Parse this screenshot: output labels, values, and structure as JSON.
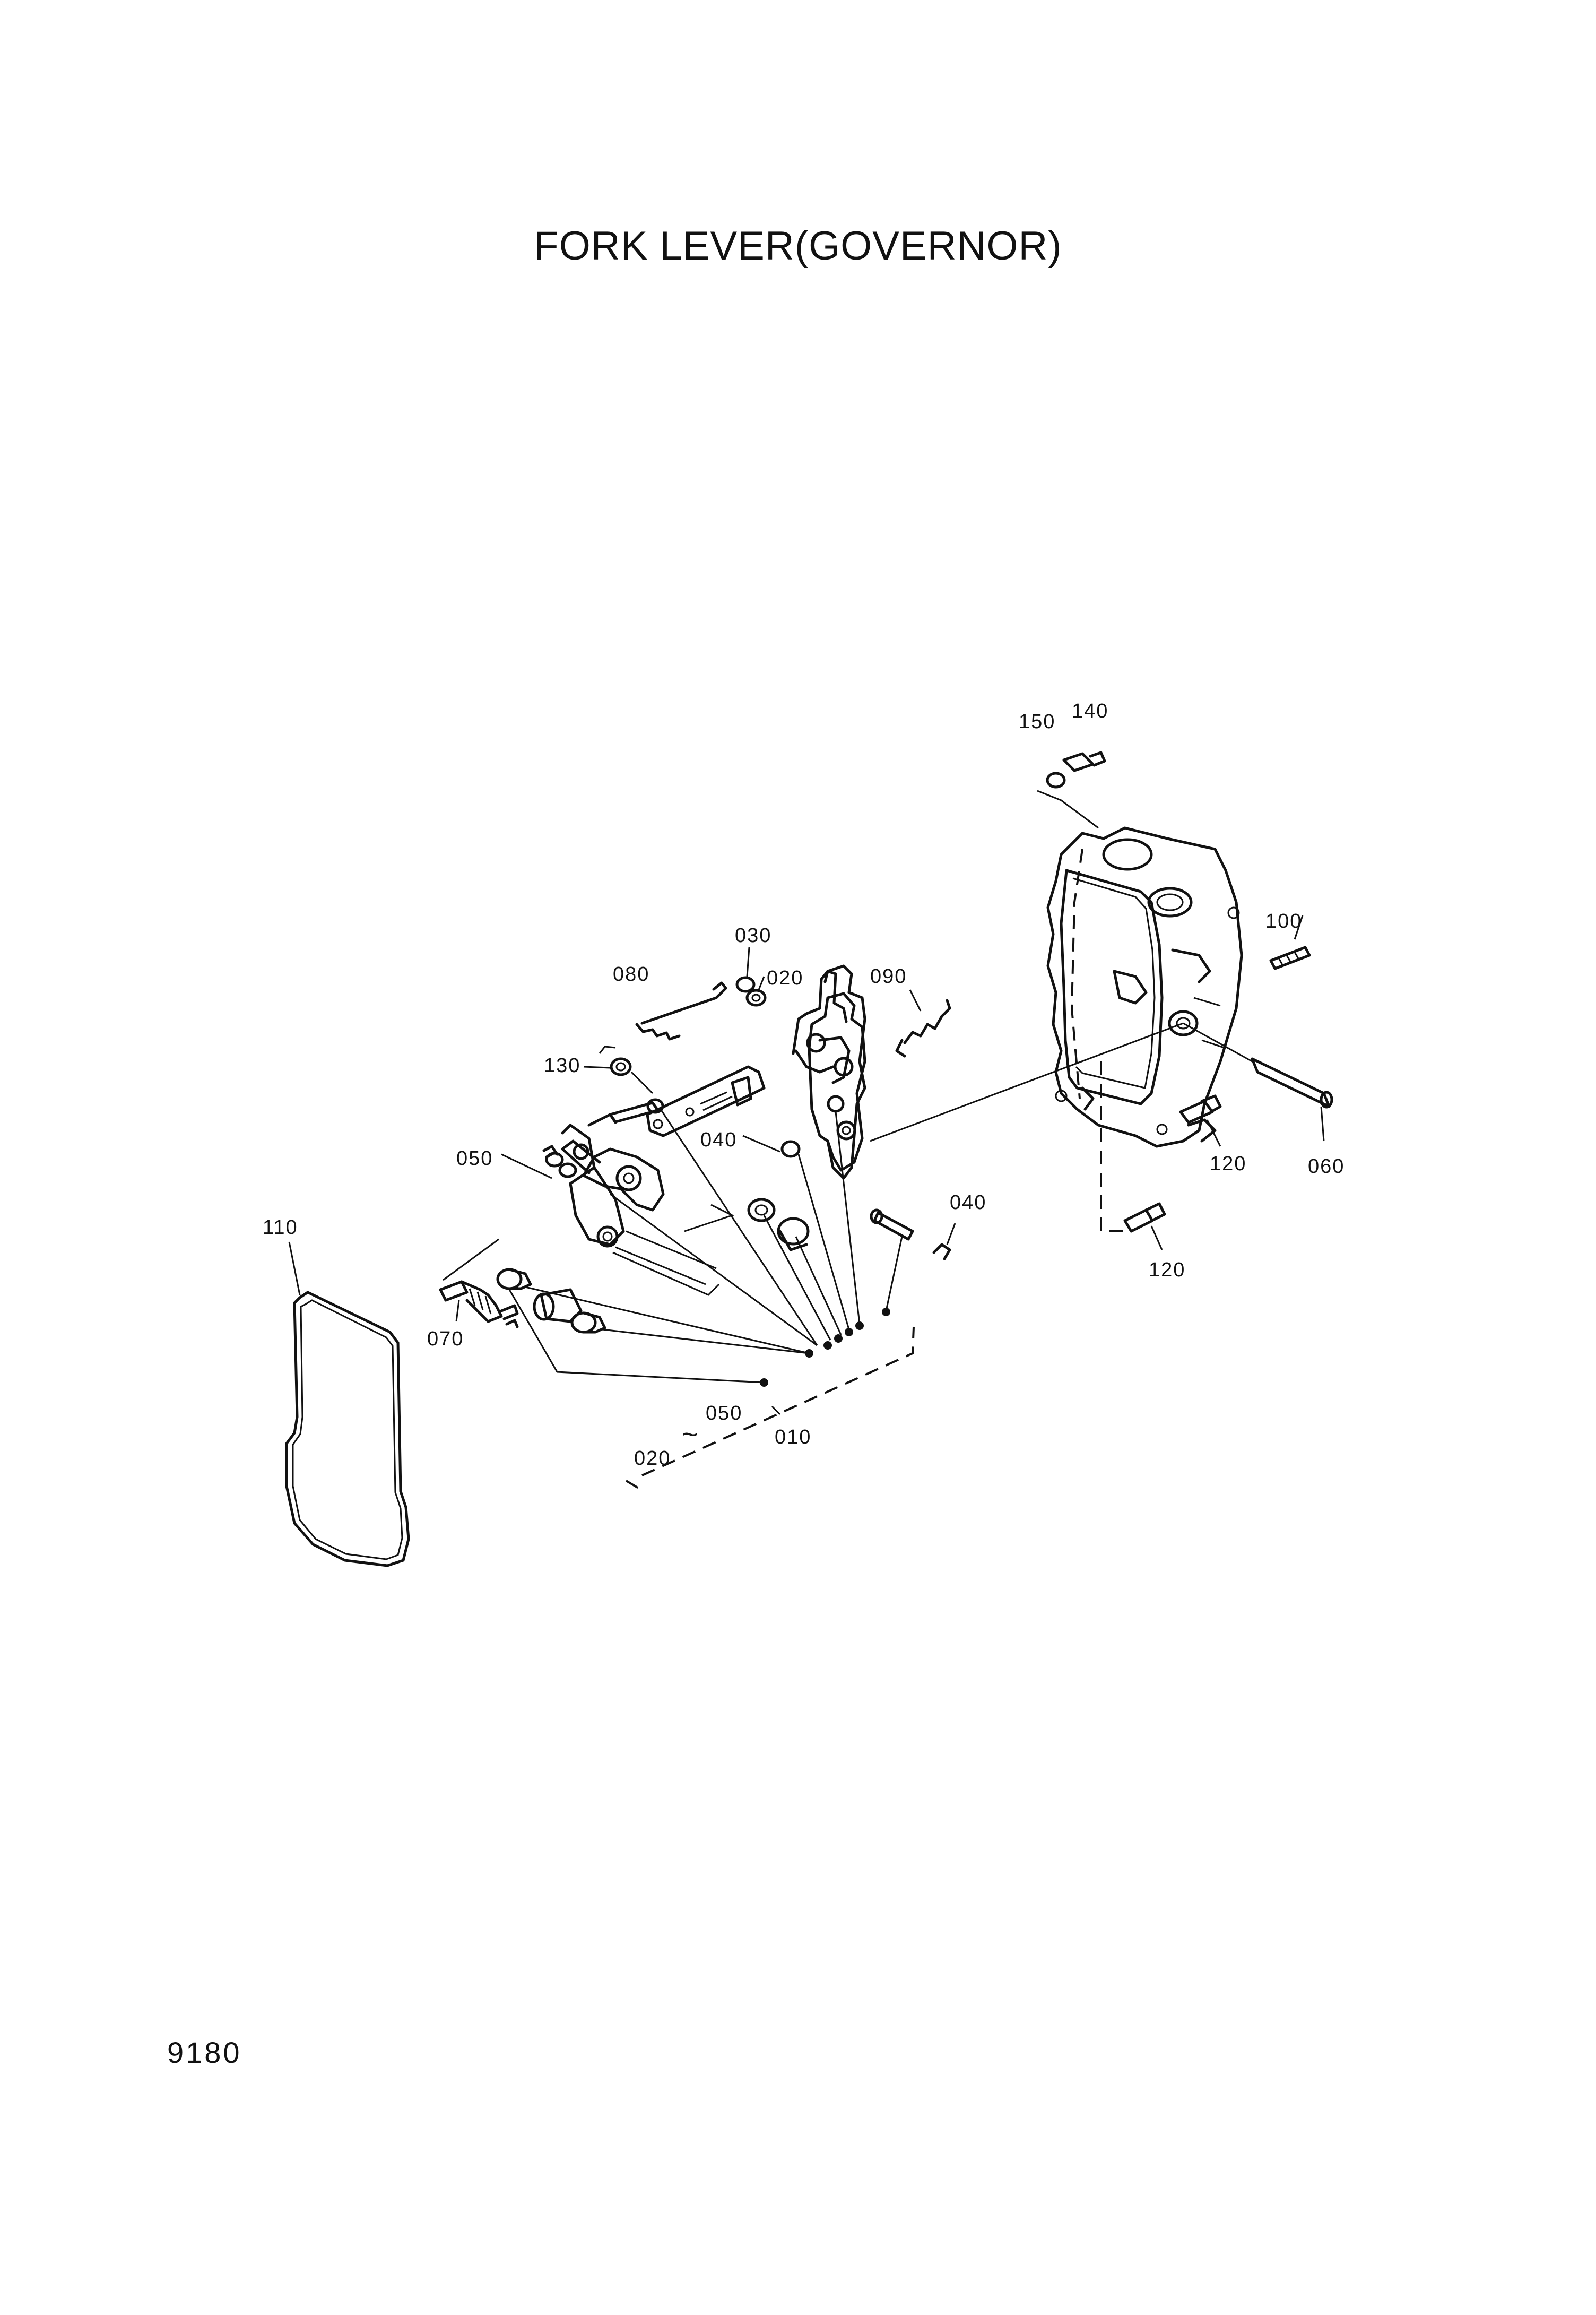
{
  "title": "FORK LEVER(GOVERNOR)",
  "page_number": "9180",
  "callouts": {
    "c150": "150",
    "c140": "140",
    "c100": "100",
    "c030": "030",
    "c080": "080",
    "c020_top": "020",
    "c090": "090",
    "c130": "130",
    "c040_mid": "040",
    "c040_right": "040",
    "c050_left": "050",
    "c120_upper": "120",
    "c060": "060",
    "c120_lower": "120",
    "c110": "110",
    "c070": "070",
    "c050_kit": "050",
    "c010": "010",
    "c020_kit": "020",
    "tilde": "~"
  }
}
